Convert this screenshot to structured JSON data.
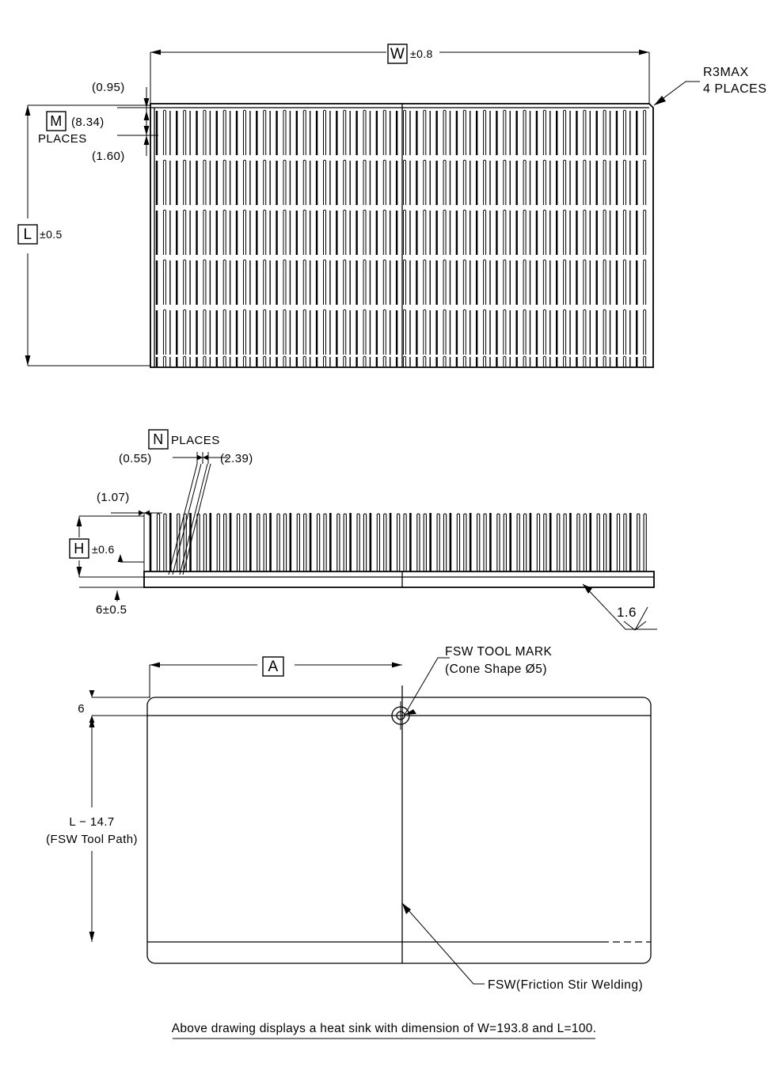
{
  "drawing": {
    "title": "Heat sink engineering drawing",
    "caption": "Above drawing displays a heat sink with dimension of W=193.8 and L=100."
  },
  "top_view": {
    "width_dim": {
      "symbol": "W",
      "tolerance": "±0.8"
    },
    "length_dim": {
      "symbol": "L",
      "tolerance": "±0.5"
    },
    "corner_note_line1": "R3MAX",
    "corner_note_line2": "4 PLACES",
    "edge_offset_top": "(0.95)",
    "edge_offset_bottom": "(1.60)",
    "pitch_symbol": "M",
    "pitch_value": "(8.34)",
    "pitch_places": "PLACES"
  },
  "side_view": {
    "fin_symbol": "N",
    "fin_places": "PLACES",
    "fin_thickness": "(0.55)",
    "fin_pitch": "(2.39)",
    "first_fin_offset": "(1.07)",
    "height_dim": {
      "symbol": "H",
      "tolerance": "±0.6"
    },
    "base_thickness": "6±0.5",
    "surface_finish": "1.6"
  },
  "bottom_view": {
    "a_dim": "A",
    "edge_dim": "6",
    "tool_path_line1": "L − 14.7",
    "tool_path_line2": "(FSW Tool Path)",
    "tool_mark_line1": "FSW TOOL MARK",
    "tool_mark_line2": "(Cone Shape Ø5)",
    "fsw_label": "FSW(Friction Stir Welding)"
  },
  "colors": {
    "line": "#000000",
    "background": "#ffffff"
  }
}
